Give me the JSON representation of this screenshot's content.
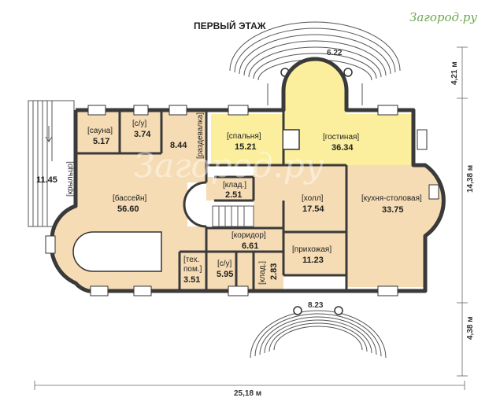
{
  "title": "ПЕРВЫЙ ЭТАЖ",
  "brand": "Загород.ру",
  "watermark": "Загород.ру",
  "colors": {
    "beige": "#f6dcb4",
    "yellow": "#fbee9c",
    "wall": "#3a3a3a",
    "brand": "#6aa84f"
  },
  "rooms": {
    "sauna": {
      "name": "[сауна]",
      "area": "5.17"
    },
    "wc1": {
      "name": "[с/у]",
      "area": "3.74"
    },
    "dressing": {
      "name": "[раздевалка]",
      "area": "8.44"
    },
    "bedroom": {
      "name": "[спальня]",
      "area": "15.21"
    },
    "living": {
      "name": "[гостиная]",
      "area": "36.34"
    },
    "pool": {
      "name": "[бассейн]",
      "area": "56.60"
    },
    "storage1": {
      "name": "[клад.]",
      "area": "2.51"
    },
    "hall": {
      "name": "[холл]",
      "area": "17.54"
    },
    "kitchen": {
      "name": "[кухня-столовая]",
      "area": "33.75"
    },
    "corridor": {
      "name": "[коридор]",
      "area": "6.61"
    },
    "tech_line1": "[тех.",
    "tech_line2": "пом.]",
    "tech_area": "3.51",
    "wc2": {
      "name": "[с/у]",
      "area": "5.95"
    },
    "storage2": {
      "name": "[клад.]",
      "area": "2.83"
    },
    "entry": {
      "name": "[прихожая]",
      "area": "11.23"
    }
  },
  "porch": {
    "name": "[крыльцо]",
    "area": "11.45"
  },
  "terrace_top": "6.22",
  "terrace_bottom": "8.23",
  "dims": {
    "total_width": "25,18 м",
    "right_top": "4,21 м",
    "right_mid": "14,38 м",
    "right_bottom": "4,38 м"
  }
}
